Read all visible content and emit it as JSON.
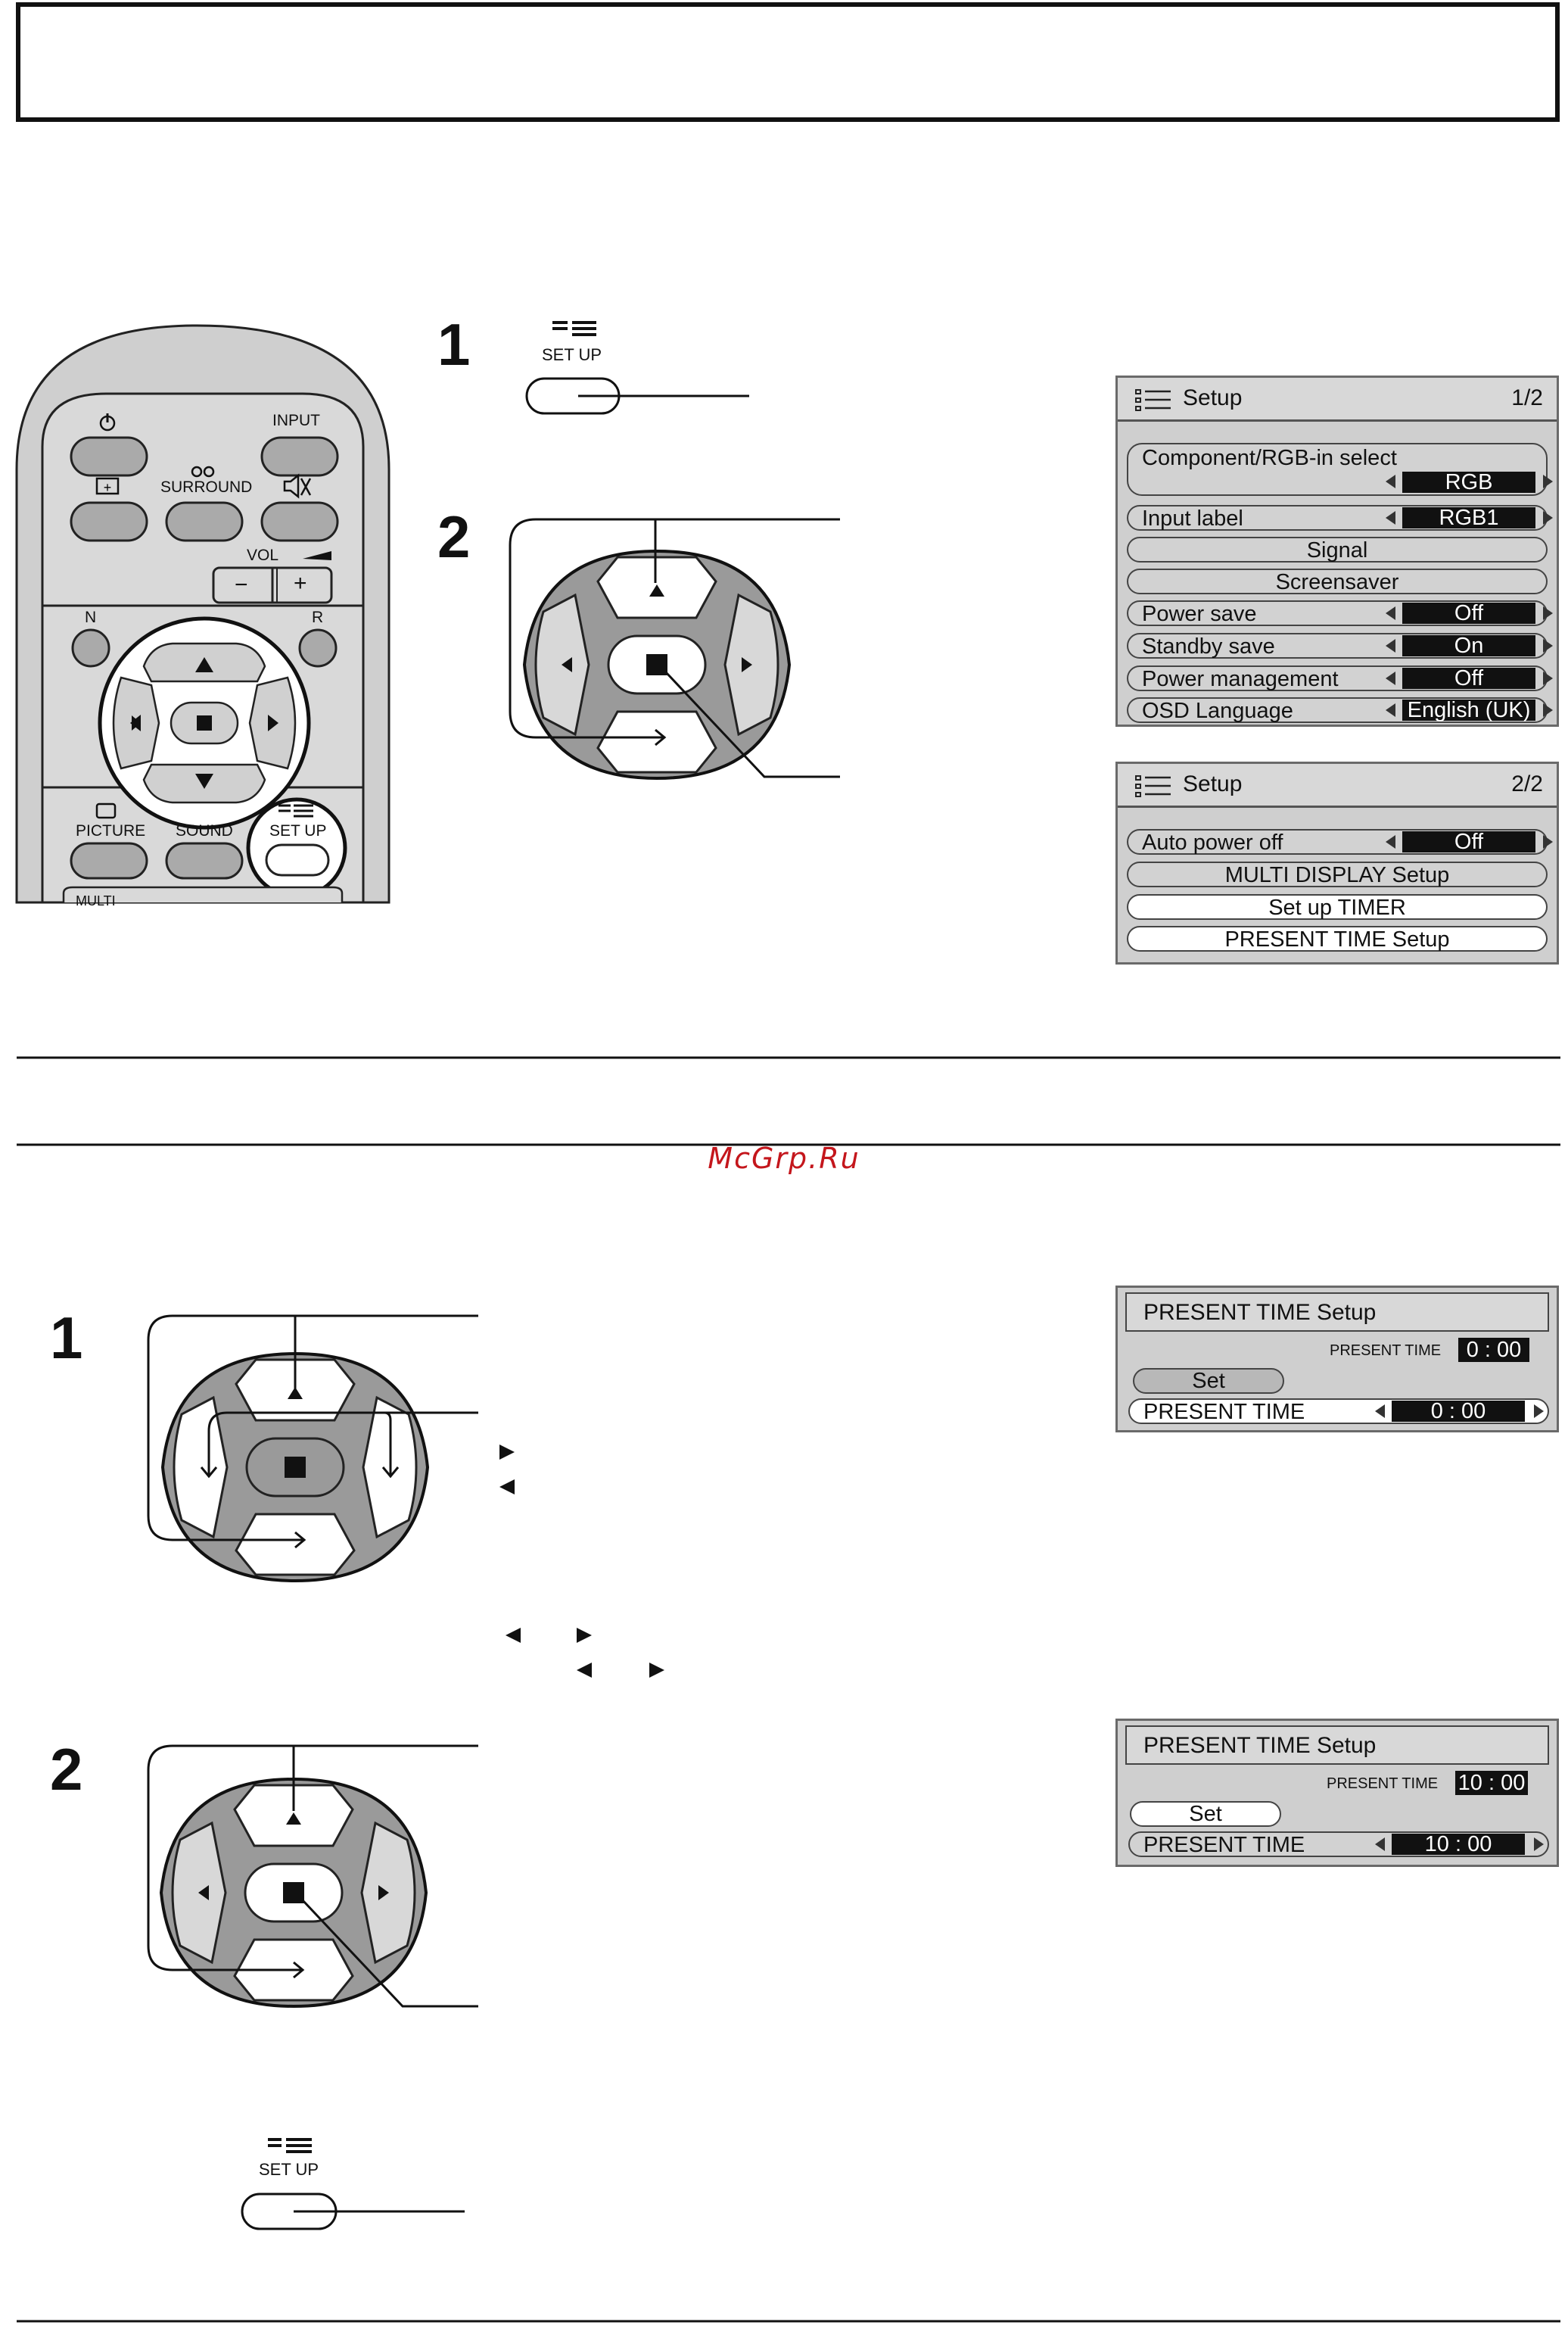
{
  "watermark": "McGrp.Ru",
  "steps_top": {
    "s1": "1",
    "s2": "2"
  },
  "steps_bottom": {
    "s1": "1",
    "s2": "2"
  },
  "setup_button_label": "SET UP",
  "remote": {
    "input": "INPUT",
    "surround": "SURROUND",
    "vol": "VOL",
    "minus": "−",
    "plus": "+",
    "n": "N",
    "r": "R",
    "picture": "PICTURE",
    "sound": "SOUND",
    "setup": "SET UP",
    "multi": "MULTI"
  },
  "setup_menu_1": {
    "title": "Setup",
    "page": "1/2",
    "component_label": "Component/RGB-in  select",
    "component_value": "RGB",
    "input_label": "Input label",
    "input_value": "RGB1",
    "signal": "Signal",
    "screensaver": "Screensaver",
    "power_save": "Power save",
    "power_save_value": "Off",
    "standby_save": "Standby save",
    "standby_save_value": "On",
    "power_mgmt": "Power management",
    "power_mgmt_value": "Off",
    "osd_language": "OSD  Language",
    "osd_language_value": "English (UK)"
  },
  "setup_menu_2": {
    "title": "Setup",
    "page": "2/2",
    "auto_power_off": "Auto power off",
    "auto_power_off_value": "Off",
    "multi_display": "MULTI DISPLAY Setup",
    "timer": "Set up TIMER",
    "present_time": "PRESENT  TIME  Setup"
  },
  "pt_menu_1": {
    "title": "PRESENT TIME Setup",
    "small_label": "PRESENT TIME",
    "small_value": "0 : 00",
    "set": "Set",
    "row_label": "PRESENT TIME",
    "row_value": "0 : 00"
  },
  "pt_menu_2": {
    "title": "PRESENT TIME Setup",
    "small_label": "PRESENT TIME",
    "small_value": "10 : 00",
    "set": "Set",
    "row_label": "PRESENT TIME",
    "row_value": "10 : 00"
  }
}
